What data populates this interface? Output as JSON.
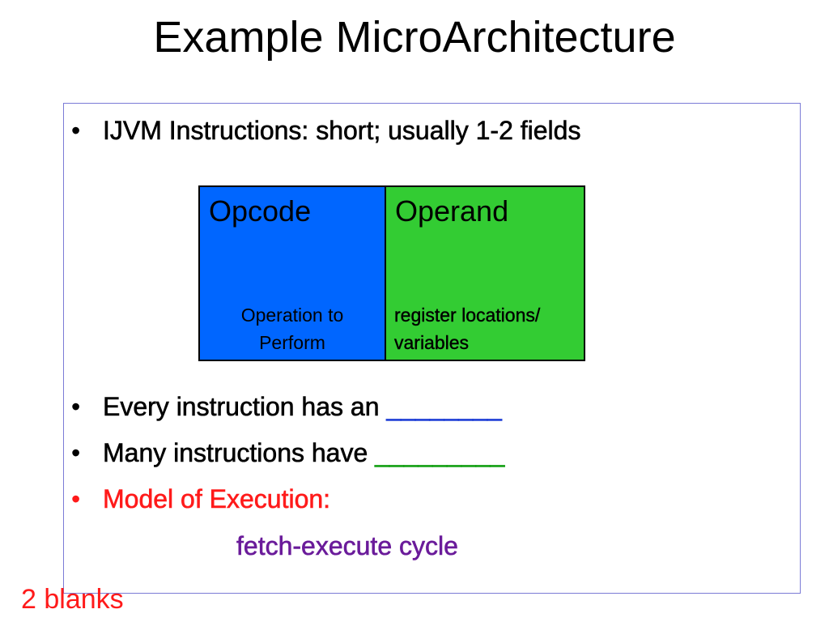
{
  "slide": {
    "title": "Example MicroArchitecture",
    "bullets": [
      {
        "marker": "•",
        "text": "IJVM Instructions: short; usually 1-2 fields",
        "blank": "",
        "color": "#000000"
      },
      {
        "marker": "•",
        "text": "Every instruction has an ",
        "blank": "________",
        "blank_color": "#1f3fd6",
        "color": "#000000"
      },
      {
        "marker": "•",
        "text": "Many instructions have ",
        "blank": "_________",
        "blank_color": "#14a014",
        "color": "#000000"
      },
      {
        "marker": "•",
        "text": "Model of Execution:",
        "blank": "",
        "color": "#ff1a1a"
      }
    ],
    "subline": "fetch-execute cycle",
    "subline_color": "#6a1b9a",
    "footnote": "2 blanks",
    "footnote_color": "#ff1a1a",
    "instruction_format": {
      "fields": [
        {
          "name": "Opcode",
          "description_line1": "Operation to",
          "description_line2": "Perform",
          "fill": "#0066ff"
        },
        {
          "name": "Operand",
          "description_line1": "register locations/",
          "description_line2": "variables",
          "fill": "#33cc33"
        }
      ]
    }
  }
}
